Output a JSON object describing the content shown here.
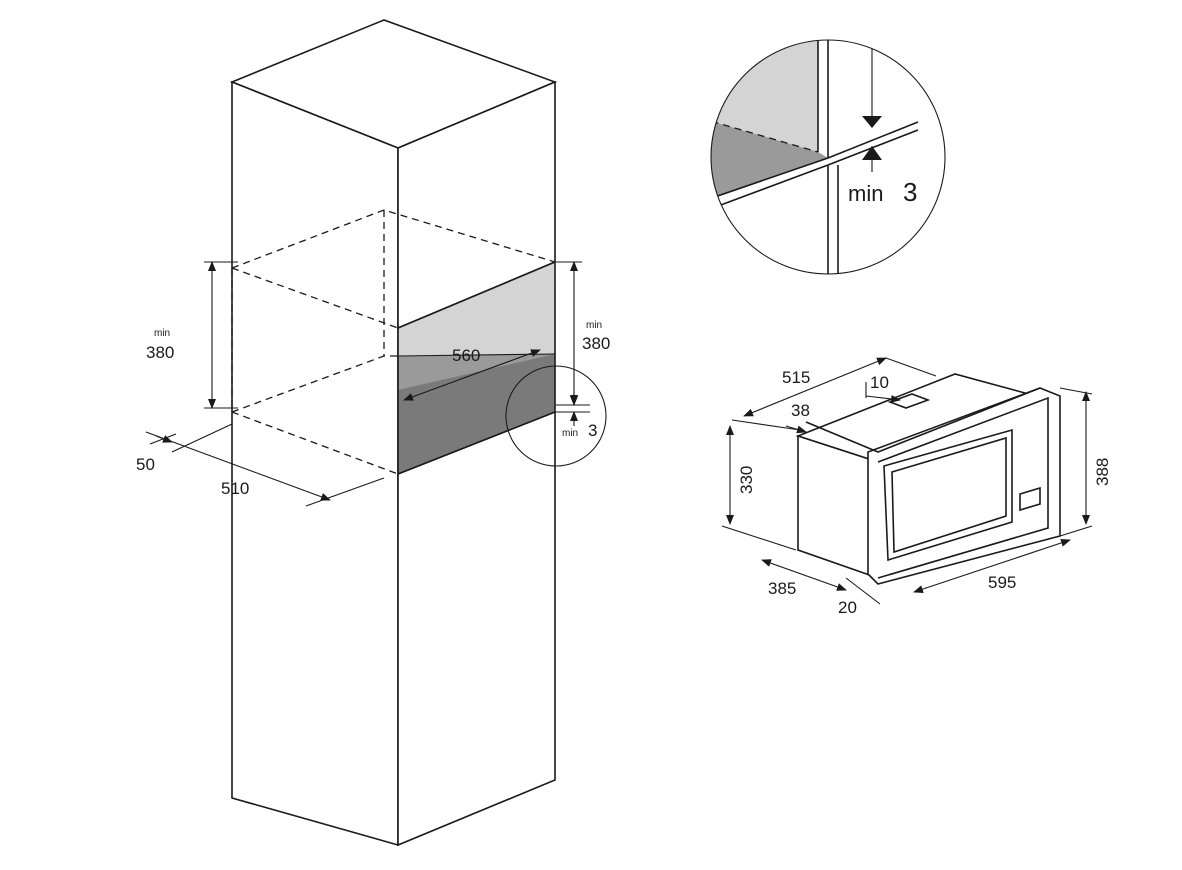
{
  "cabinet": {
    "height_min_label": "min",
    "height_min_value": "380",
    "opening_min_label": "min",
    "opening_min_value": "380",
    "width": "560",
    "depth": "510",
    "offset": "50",
    "gap_label": "min",
    "gap_value": "3"
  },
  "detail": {
    "gap_label": "min",
    "gap_value": "3"
  },
  "appliance": {
    "depth_total": "515",
    "top_offset": "10",
    "frame_depth": "38",
    "body_height": "330",
    "front_height": "388",
    "body_depth": "385",
    "front_thickness": "20",
    "front_width": "595"
  },
  "colors": {
    "line": "#1a1a1a",
    "shade_light": "#d4d4d4",
    "shade_mid": "#9a9a9a",
    "shade_dark": "#7a7a7a"
  }
}
